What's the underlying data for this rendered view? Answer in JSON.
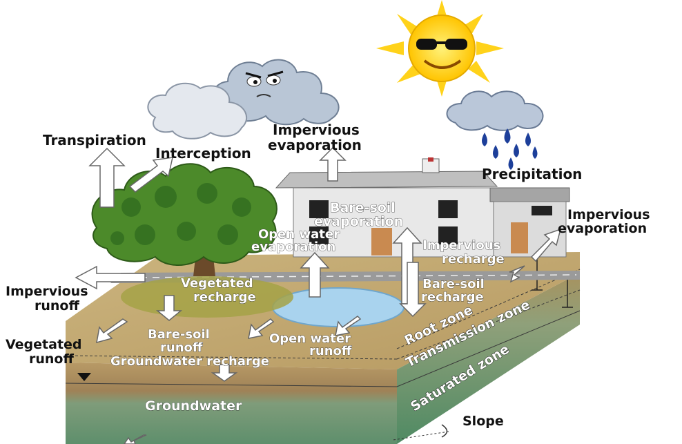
{
  "labels": {
    "transpiration": "Transpiration",
    "interception": "Interception",
    "impervious_evaporation_top_1": "Impervious",
    "impervious_evaporation_top_2": "evaporation",
    "precipitation": "Precipitation",
    "bare_soil_evaporation_1": "Bare-soil",
    "bare_soil_evaporation_2": "evaporation",
    "open_water_evaporation_1": "Open water",
    "open_water_evaporation_2": "evaporation",
    "impervious_evaporation_right_1": "Impervious",
    "impervious_evaporation_right_2": "evaporation",
    "impervious_recharge_1": "Impervious",
    "impervious_recharge_2": "recharge",
    "impervious_runoff_1": "Impervious",
    "impervious_runoff_2": "runoff",
    "vegetated_recharge_1": "Vegetated",
    "vegetated_recharge_2": "recharge",
    "bare_soil_recharge_1": "Bare-soil",
    "bare_soil_recharge_2": "recharge",
    "vegetated_runoff_1": "Vegetated",
    "vegetated_runoff_2": "runoff",
    "bare_soil_runoff_1": "Bare-soil",
    "bare_soil_runoff_2": "runoff",
    "open_water_runoff_1": "Open water",
    "open_water_runoff_2": "runoff",
    "groundwater_recharge": "Groundwater recharge",
    "groundwater": "Groundwater",
    "root_zone": "Root zone",
    "transmission_zone": "Transmission zone",
    "saturated_zone": "Saturated zone",
    "slope": "Slope"
  },
  "colors": {
    "sun": "#ffd21a",
    "cloud": "#c8d3e0",
    "rain": "#1d3f9a",
    "tree": "#4c8a2a",
    "soil_top": "#c8b07a",
    "soil_side": "#a88a5a",
    "groundwater": "#7aa585",
    "water": "#a9d3ee",
    "house": "#e8e8e8",
    "road": "#9a9a9a"
  },
  "icons": {
    "sun": "smiling-sun-icon",
    "storm_cloud": "angry-cloud-icon",
    "rain_cloud": "rain-cloud-icon",
    "tree": "tree-icon",
    "house": "house-icon"
  }
}
